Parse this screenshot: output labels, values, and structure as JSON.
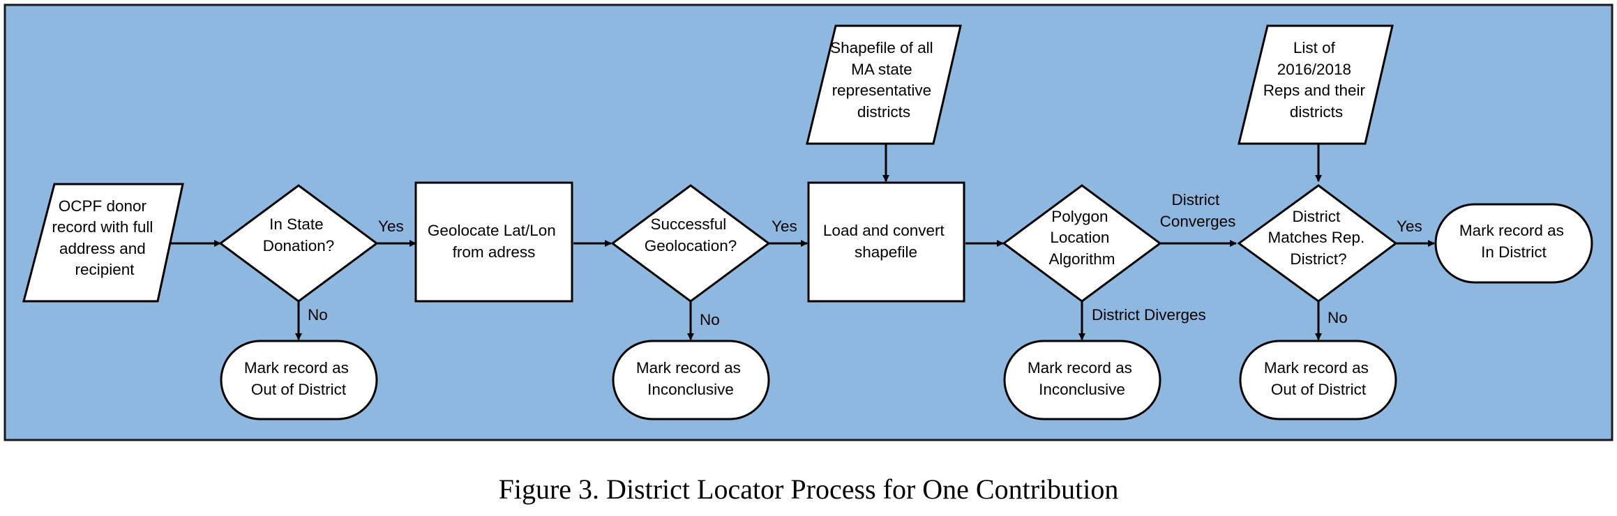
{
  "colors": {
    "background_panel": "#8eb8e0",
    "panel_border": "#1a1a1a",
    "node_fill": "#ffffff",
    "stroke": "#000000"
  },
  "nodes": {
    "input_ocpf": [
      "OCPF donor",
      "record with full",
      "address and",
      "recipient"
    ],
    "decision_in_state": [
      "In State",
      "Donation?"
    ],
    "process_geolocate": [
      "Geolocate Lat/Lon",
      "from adress"
    ],
    "decision_geolocation": [
      "Successful",
      "Geolocation?"
    ],
    "process_shapefile": [
      "Load and convert",
      "shapefile"
    ],
    "input_shapefile": [
      "Shapefile of all",
      "MA state",
      "representative",
      "districts"
    ],
    "decision_polygon": [
      "Polygon",
      "Location",
      "Algorithm"
    ],
    "input_reps": [
      "List of",
      "2016/2018",
      "Reps and their",
      "districts"
    ],
    "decision_matches": [
      "District",
      "Matches Rep.",
      "District?"
    ],
    "terminal_in_district": [
      "Mark record as",
      "In District"
    ],
    "terminal_out_1": [
      "Mark record as",
      "Out of District"
    ],
    "terminal_inconclusive_1": [
      "Mark record as",
      "Inconclusive"
    ],
    "terminal_inconclusive_2": [
      "Mark record as",
      "Inconclusive"
    ],
    "terminal_out_2": [
      "Mark record as",
      "Out of District"
    ]
  },
  "edges": {
    "yes_1": "Yes",
    "yes_2": "Yes",
    "yes_3": "Yes",
    "no_1": "No",
    "no_2": "No",
    "no_3": "No",
    "district_converges": [
      "District",
      "Converges"
    ],
    "district_diverges": "District Diverges"
  },
  "caption": "Figure 3. District Locator Process for One Contribution"
}
